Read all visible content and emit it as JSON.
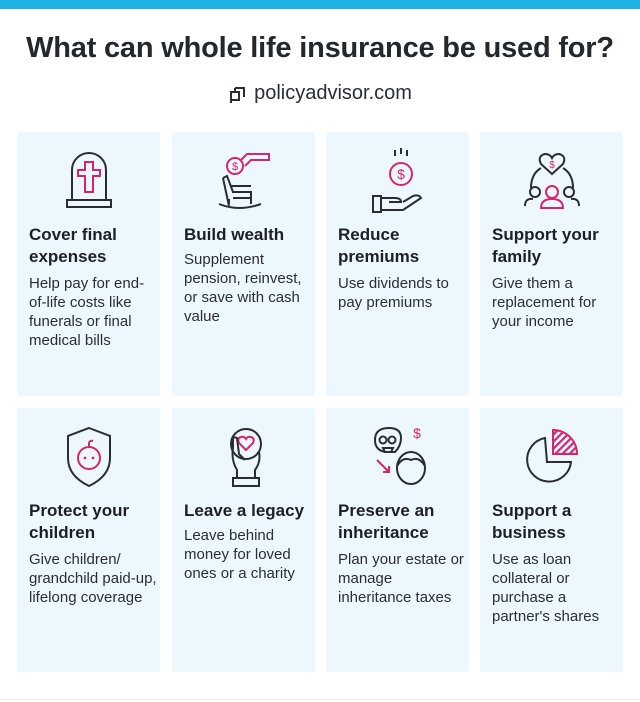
{
  "header": {
    "title": "What can whole life insurance be used for?",
    "brand": "policyadvisor.com",
    "brand_icon": "policyadvisor-logo-icon"
  },
  "colors": {
    "top_bar": "#1db2e3",
    "card_bg": "#edf8fe",
    "icon_stroke": "#2a2d31",
    "icon_accent": "#d6246e"
  },
  "cards": [
    {
      "title": "Cover final expenses",
      "description": "Help pay for end-of-life costs like funerals or final medical bills",
      "icon": "tombstone-cross-icon"
    },
    {
      "title": "Build wealth",
      "description": "Supplement pension, reinvest, or save with cash value",
      "icon": "rocking-chair-coin-icon"
    },
    {
      "title": "Reduce premiums",
      "description": "Use dividends to pay premiums",
      "icon": "hand-coin-icon"
    },
    {
      "title": "Support your family",
      "description": "Give them a replacement for your income",
      "icon": "family-heart-icon"
    },
    {
      "title": "Protect your children",
      "description": "Give children/ grandchild paid-up, lifelong coverage",
      "icon": "shield-baby-icon"
    },
    {
      "title": "Leave a legacy",
      "description": "Leave behind money for loved ones or a charity",
      "icon": "hand-heart-icon"
    },
    {
      "title": "Preserve an inheritance",
      "description": "Plan your estate or manage inheritance taxes",
      "icon": "inheritance-icon"
    },
    {
      "title": "Support a business",
      "description": "Use as loan collateral or purchase a partner's shares",
      "icon": "pie-chart-icon"
    }
  ]
}
